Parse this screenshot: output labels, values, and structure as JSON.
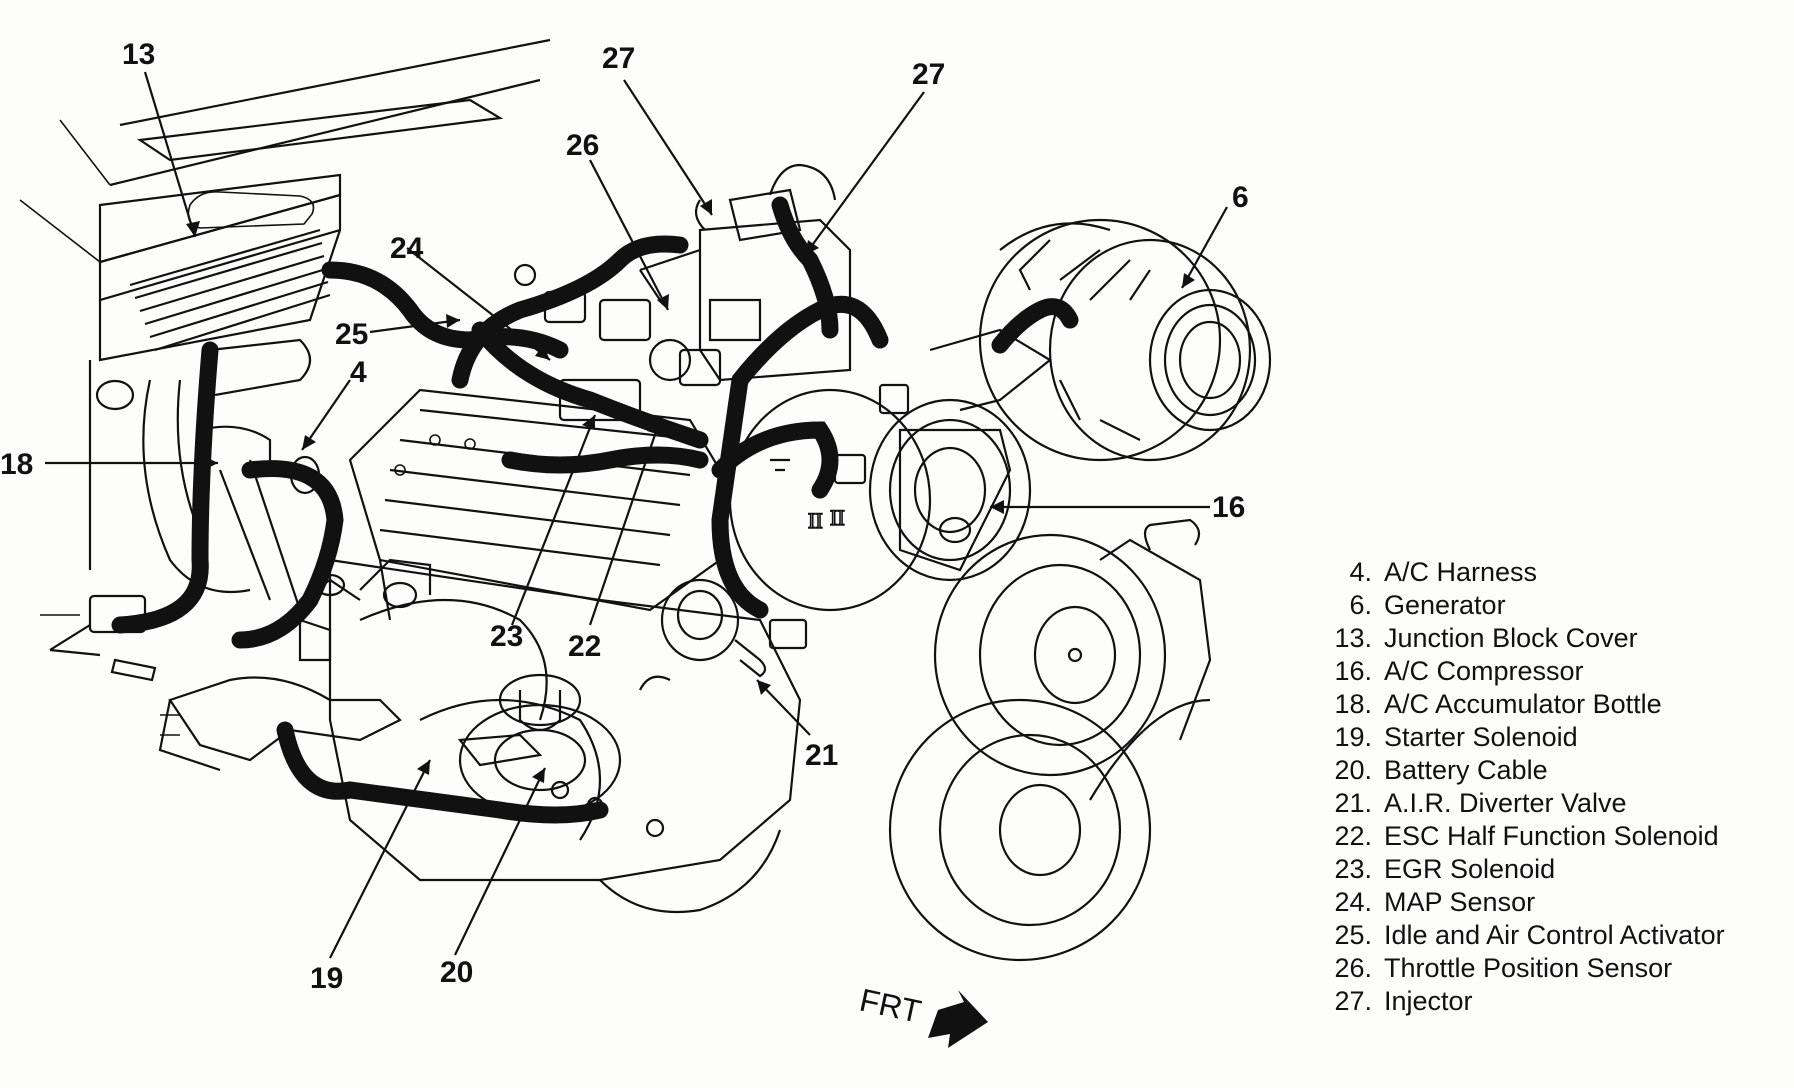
{
  "callouts": [
    {
      "num": "13"
    },
    {
      "num": "27"
    },
    {
      "num": "27"
    },
    {
      "num": "26"
    },
    {
      "num": "6"
    },
    {
      "num": "24"
    },
    {
      "num": "25"
    },
    {
      "num": "4"
    },
    {
      "num": "18"
    },
    {
      "num": "16"
    },
    {
      "num": "23"
    },
    {
      "num": "22"
    },
    {
      "num": "21"
    },
    {
      "num": "19"
    },
    {
      "num": "20"
    }
  ],
  "legend": [
    {
      "num": "4.",
      "text": "A/C Harness"
    },
    {
      "num": "6.",
      "text": "Generator"
    },
    {
      "num": "13.",
      "text": "Junction Block Cover"
    },
    {
      "num": "16.",
      "text": "A/C Compressor"
    },
    {
      "num": "18.",
      "text": "A/C Accumulator Bottle"
    },
    {
      "num": "19.",
      "text": "Starter Solenoid"
    },
    {
      "num": "20.",
      "text": "Battery Cable"
    },
    {
      "num": "21.",
      "text": "A.I.R. Diverter Valve"
    },
    {
      "num": "22.",
      "text": "ESC Half Function Solenoid"
    },
    {
      "num": "23.",
      "text": "EGR Solenoid"
    },
    {
      "num": "24.",
      "text": "MAP Sensor"
    },
    {
      "num": "25.",
      "text": "Idle and Air Control Activator"
    },
    {
      "num": "26.",
      "text": "Throttle Position Sensor"
    },
    {
      "num": "27.",
      "text": "Injector"
    }
  ],
  "direction_label": "FRT"
}
